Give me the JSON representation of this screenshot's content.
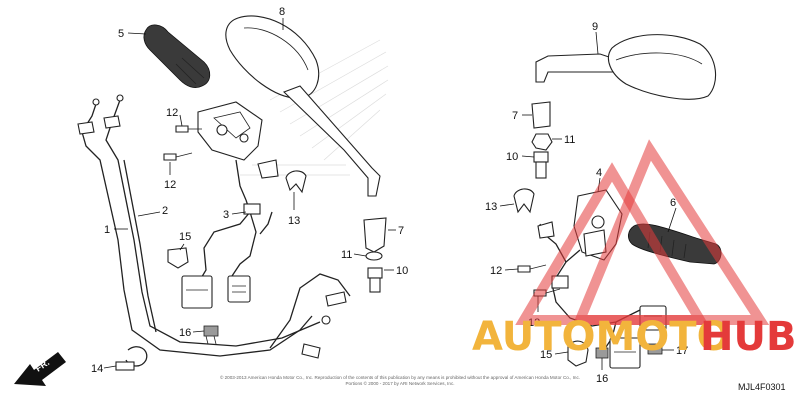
{
  "diagram": {
    "callouts": {
      "c1": "1",
      "c2": "2",
      "c3": "3",
      "c5": "5",
      "c8": "8",
      "c12a": "12",
      "c12b": "12",
      "c13a": "13",
      "c14": "14",
      "c15a": "15",
      "c16a": "16",
      "c7a": "7",
      "c11a": "11",
      "c10a": "10",
      "c9": "9",
      "c7b": "7",
      "c11b": "11",
      "c10b": "10",
      "c4": "4",
      "c6": "6",
      "c13b": "13",
      "c12c": "12",
      "c12d": "12",
      "c15b": "15",
      "c16b": "16",
      "c17": "17"
    },
    "front_indicator": "FR.",
    "diagram_code": "MJL4F0301",
    "copyright_line1": "© 2003-2013 American Honda Motor Co., Inc. Reproduction of the contents of this publication by any means is prohibited without the approval of American Honda Motor Co., Inc.",
    "copyright_line2": "Portions © 2000 - 2017 by ARI Network Services, Inc."
  },
  "watermark": {
    "text_left": "AUTOMOTO",
    "text_right": "HUB",
    "color_left": "#f2b43c",
    "color_right": "#e43a3a",
    "triangle_color": "#e43a3a"
  }
}
